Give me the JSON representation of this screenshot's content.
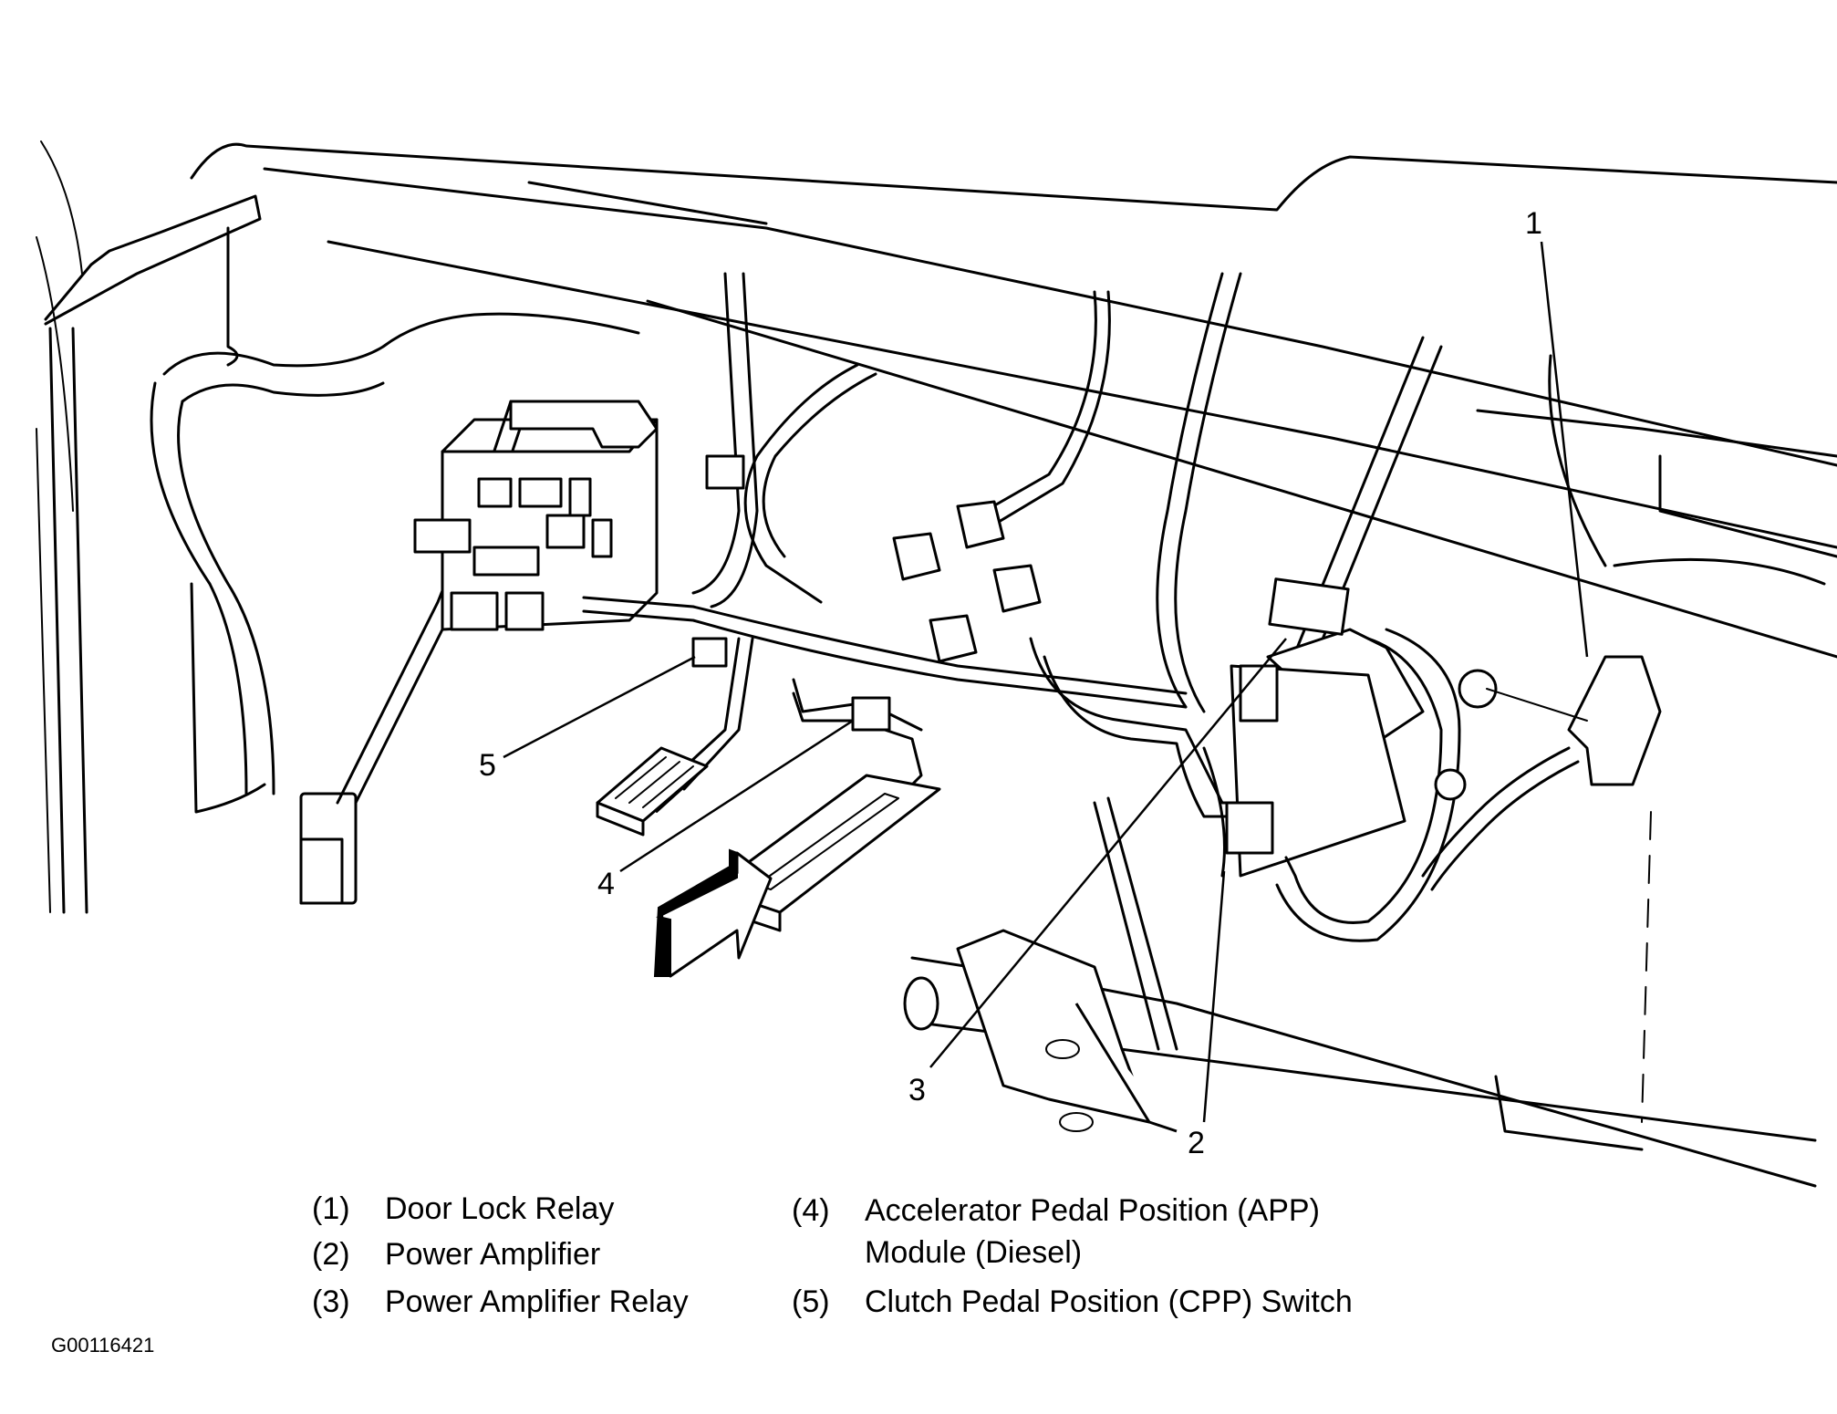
{
  "figure": {
    "id": "G00116421",
    "type": "component-locator-line-drawing",
    "subject": "Under-dash driver side wiring, relays, and pedal sensors"
  },
  "callouts": [
    {
      "number": "1"
    },
    {
      "number": "2"
    },
    {
      "number": "3"
    },
    {
      "number": "4"
    },
    {
      "number": "5"
    }
  ],
  "legend": [
    {
      "number": "(1)",
      "label": "Door Lock Relay"
    },
    {
      "number": "(2)",
      "label": "Power Amplifier"
    },
    {
      "number": "(3)",
      "label": "Power Amplifier Relay"
    },
    {
      "number": "(4)",
      "label": "Accelerator Pedal Position (APP)",
      "label_line2": "Module (Diesel)"
    },
    {
      "number": "(5)",
      "label": "Clutch Pedal Position (CPP) Switch"
    }
  ],
  "colors": {
    "ink": "#000000",
    "background": "#ffffff"
  }
}
